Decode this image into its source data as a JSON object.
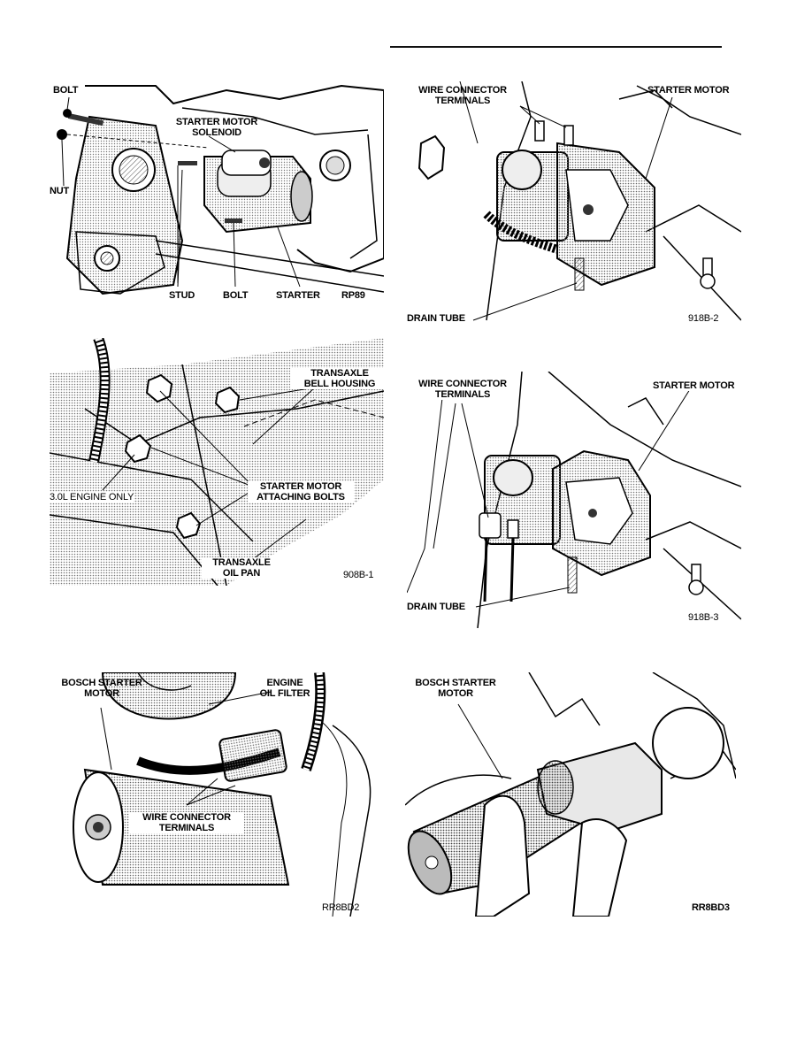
{
  "figures": [
    {
      "id": "rp89",
      "labels": {
        "bolt_top": "BOLT",
        "nut": "NUT",
        "solenoid": "STARTER MOTOR\nSOLENOID",
        "stud": "STUD",
        "bolt_bottom": "BOLT",
        "starter": "STARTER"
      },
      "code": "RP89"
    },
    {
      "id": "918b2",
      "labels": {
        "terminals": "WIRE CONNECTOR\nTERMINALS",
        "starter_motor": "STARTER MOTOR",
        "drain_tube": "DRAIN TUBE"
      },
      "code": "918B-2"
    },
    {
      "id": "908b1",
      "labels": {
        "bell_housing": "TRANSAXLE\nBELL HOUSING",
        "engine_only": "3.0L ENGINE ONLY",
        "attaching_bolts": "STARTER MOTOR\nATTACHING BOLTS",
        "oil_pan": "TRANSAXLE\nOIL PAN"
      },
      "code": "908B-1"
    },
    {
      "id": "918b3",
      "labels": {
        "terminals": "WIRE CONNECTOR\nTERMINALS",
        "starter_motor": "STARTER MOTOR",
        "drain_tube": "DRAIN TUBE"
      },
      "code": "918B-3"
    },
    {
      "id": "rr8bd2",
      "labels": {
        "bosch": "BOSCH STARTER\nMOTOR",
        "oil_filter": "ENGINE\nOIL FILTER",
        "terminals": "WIRE CONNECTOR\nTERMINALS"
      },
      "code": "RR8BD2"
    },
    {
      "id": "rr8bd3",
      "labels": {
        "bosch": "BOSCH STARTER\nMOTOR"
      },
      "code": "RR8BD3"
    }
  ]
}
